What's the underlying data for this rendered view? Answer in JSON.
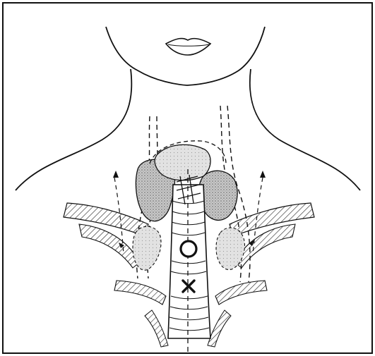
{
  "figure": {
    "subject": "anatomical-neck-illustration",
    "markers": {
      "upper": "O",
      "lower": "X"
    }
  },
  "colors": {
    "ink": "#111111",
    "tissue_shade": "#9a9a9a",
    "gland_shade": "#b9b9b9",
    "background": "#ffffff"
  },
  "icons": {
    "upper_marker": "circle-marker-icon",
    "lower_marker": "cross-marker-icon"
  }
}
